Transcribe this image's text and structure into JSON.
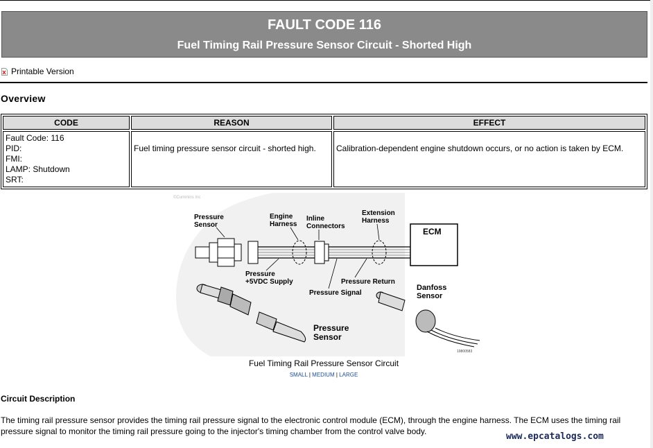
{
  "header": {
    "title": "FAULT CODE 116",
    "subtitle": "Fuel Timing Rail Pressure Sensor Circuit - Shorted High"
  },
  "printable": {
    "label": "Printable Version"
  },
  "overview": {
    "title": "Overview"
  },
  "table": {
    "headers": [
      "CODE",
      "REASON",
      "EFFECT"
    ],
    "code_lines": [
      "Fault Code: 116",
      "PID:",
      "FMI:",
      "LAMP: Shutdown",
      "SRT:"
    ],
    "reason": "Fuel timing pressure sensor circuit - shorted high.",
    "effect": "Calibration-dependent engine shutdown occurs, or no action is taken by ECM."
  },
  "figure": {
    "copyright": "©Cummins Inc",
    "labels": {
      "pressure_sensor_top": [
        "Pressure",
        "Sensor"
      ],
      "engine_harness": [
        "Engine",
        "Harness"
      ],
      "inline_connectors": [
        "Inline",
        "Connectors"
      ],
      "extension_harness": [
        "Extension",
        "Harness"
      ],
      "ecm": "ECM",
      "pressure_supply": [
        "Pressure",
        "+5VDC Supply"
      ],
      "pressure_return": "Pressure Return",
      "pressure_signal": "Pressure Signal",
      "danfoss_sensor": [
        "Danfoss",
        "Sensor"
      ],
      "pressure_sensor_bottom": [
        "Pressure",
        "Sensor"
      ],
      "figure_number": "19800583"
    },
    "caption": "Fuel Timing Rail Pressure Sensor Circuit",
    "sizes": {
      "small": "SMALL",
      "medium": "MEDIUM",
      "large": "LARGE",
      "sep": " | "
    }
  },
  "circuit": {
    "title": "Circuit Description",
    "text": "The timing rail pressure sensor provides the timing rail pressure signal to the electronic control module (ECM), through the engine harness. The ECM uses the timing rail pressure signal to monitor the timing rail pressure going to the injector's timing chamber from the control valve body."
  },
  "watermark": "www.epcatalogs.com"
}
